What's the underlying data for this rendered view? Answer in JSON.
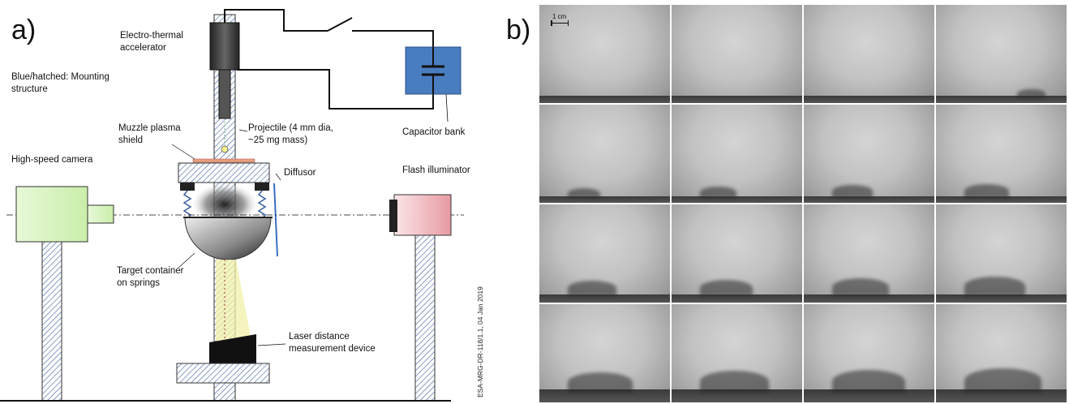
{
  "panel_a": {
    "label": "a)",
    "legend": [
      "Blue/hatched: Mounting",
      "structure"
    ],
    "labels": {
      "accelerator": [
        "Electro-thermal",
        "accelerator"
      ],
      "capacitor": [
        "Capacitor bank"
      ],
      "muzzle": [
        "Muzzle plasma",
        "shield"
      ],
      "projectile": [
        "Projectile (4 mm dia,",
        "~25 mg mass)"
      ],
      "camera": [
        "High-speed camera"
      ],
      "diffusor": [
        "Diffusor"
      ],
      "flash": [
        "Flash illuminator"
      ],
      "target": [
        "Target container",
        "on springs"
      ],
      "laser": [
        "Laser distance",
        "measurement device"
      ]
    },
    "stamp": "ESA-MRG-DR-118/1.1, 04 Jan 2019"
  },
  "panel_b": {
    "label": "b)",
    "scale_label": "1 cm"
  },
  "colors": {
    "capacitor": "#4a7cc0",
    "camera": "#dff5c8",
    "flash": "#f0c8cc",
    "hatch": "#3a5f9e",
    "beam": "#f2f0a8"
  }
}
